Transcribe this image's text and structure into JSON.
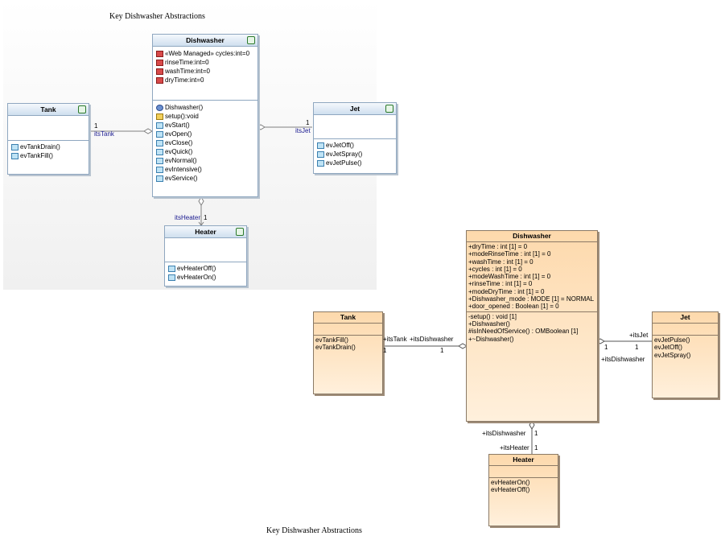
{
  "left_diagram": {
    "title": "Key Dishwasher Abstractions",
    "dishwasher": {
      "name": "Dishwasher",
      "attributes": [
        "«Web Managed» cycles:int=0",
        "rinseTime:int=0",
        "washTime:int=0",
        "dryTime:int=0"
      ],
      "operations": [
        "Dishwasher()",
        "setup():void",
        "evStart()",
        "evOpen()",
        "evClose()",
        "evQuick()",
        "evNormal()",
        "evIntensive()",
        "evService()"
      ]
    },
    "tank": {
      "name": "Tank",
      "operations": [
        "evTankDrain()",
        "evTankFill()"
      ]
    },
    "jet": {
      "name": "Jet",
      "operations": [
        "evJetOff()",
        "evJetSpray()",
        "evJetPulse()"
      ]
    },
    "heater": {
      "name": "Heater",
      "operations": [
        "evHeaterOff()",
        "evHeaterOn()"
      ]
    },
    "labels": {
      "tank_mult": "1",
      "tank_role": "itsTank",
      "jet_mult": "1",
      "jet_role": "itsJet",
      "heater_role": "itsHeater",
      "heater_mult": "1"
    }
  },
  "right_diagram": {
    "title": "Key Dishwasher Abstractions",
    "dishwasher": {
      "name": "Dishwasher",
      "attributes": [
        "+dryTime : int [1] = 0",
        "+modeRinseTime : int [1] = 0",
        "+washTime : int [1] = 0",
        "+cycles : int [1] = 0",
        "+modeWashTime : int [1] = 0",
        "+rinseTime : int [1] = 0",
        "+modeDryTime : int [1] = 0",
        "+Dishwasher_mode : MODE [1] = NORMAL",
        "+door_opened : Boolean [1] = 0"
      ],
      "operations": [
        "-setup() : void [1]",
        "+Dishwasher()",
        "#isInNeedOfService() : OMBoolean [1]",
        "+~Dishwasher()"
      ]
    },
    "tank": {
      "name": "Tank",
      "operations": [
        "evTankFill()",
        "evTankDrain()"
      ]
    },
    "jet": {
      "name": "Jet",
      "operations": [
        "evJetPulse()",
        "evJetOff()",
        "evJetSpray()"
      ]
    },
    "heater": {
      "name": "Heater",
      "operations": [
        "evHeaterOn()",
        "evHeaterOff()"
      ]
    },
    "labels": {
      "tank_role": "+itsTank",
      "tank_back_role": "+itsDishwasher",
      "tank_mult": "1",
      "tank_back_mult": "1",
      "jet_role": "+itsJet",
      "jet_back_role": "+itsDishwasher",
      "jet_mult": "1",
      "jet_back_mult": "1",
      "heater_back_role": "+itsDishwasher",
      "heater_back_mult": "1",
      "heater_role": "+itsHeater",
      "heater_mult": "1"
    }
  },
  "colors": {
    "rhapsody_border": "#8fa7c0",
    "uml_fill": "#fdd9ac",
    "uml_border": "#8b7a66",
    "role_label": "#1a1a90"
  }
}
